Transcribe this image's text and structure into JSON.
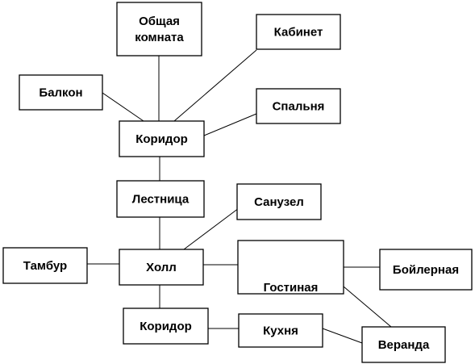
{
  "diagram": {
    "nodes": [
      {
        "id": "obshchaya",
        "lines": [
          "Общая",
          "комната"
        ]
      },
      {
        "id": "kabinet",
        "lines": [
          "Кабинет"
        ]
      },
      {
        "id": "balkon",
        "lines": [
          "Балкон"
        ]
      },
      {
        "id": "spalnya",
        "lines": [
          "Спальня"
        ]
      },
      {
        "id": "koridor-top",
        "lines": [
          "Коридор"
        ]
      },
      {
        "id": "lestnitsa",
        "lines": [
          "Лестница"
        ]
      },
      {
        "id": "sanuzel",
        "lines": [
          "Санузел"
        ]
      },
      {
        "id": "tambur",
        "lines": [
          "Тамбур"
        ]
      },
      {
        "id": "holl",
        "lines": [
          "Холл"
        ]
      },
      {
        "id": "gostinaya",
        "lines": [
          "Гостиная"
        ]
      },
      {
        "id": "boylernaya",
        "lines": [
          "Бойлерная"
        ]
      },
      {
        "id": "koridor-bottom",
        "lines": [
          "Коридор"
        ]
      },
      {
        "id": "kuhnya",
        "lines": [
          "Кухня"
        ]
      },
      {
        "id": "veranda",
        "lines": [
          "Веранда"
        ]
      }
    ],
    "edges": [
      {
        "from": "obshchaya",
        "to": "koridor-top"
      },
      {
        "from": "kabinet",
        "to": "koridor-top"
      },
      {
        "from": "balkon",
        "to": "koridor-top"
      },
      {
        "from": "spalnya",
        "to": "koridor-top"
      },
      {
        "from": "koridor-top",
        "to": "lestnitsa"
      },
      {
        "from": "lestnitsa",
        "to": "holl"
      },
      {
        "from": "sanuzel",
        "to": "holl"
      },
      {
        "from": "tambur",
        "to": "holl"
      },
      {
        "from": "holl",
        "to": "gostinaya"
      },
      {
        "from": "gostinaya",
        "to": "boylernaya"
      },
      {
        "from": "gostinaya",
        "to": "veranda"
      },
      {
        "from": "holl",
        "to": "koridor-bottom"
      },
      {
        "from": "koridor-bottom",
        "to": "kuhnya"
      },
      {
        "from": "kuhnya",
        "to": "veranda"
      }
    ]
  }
}
